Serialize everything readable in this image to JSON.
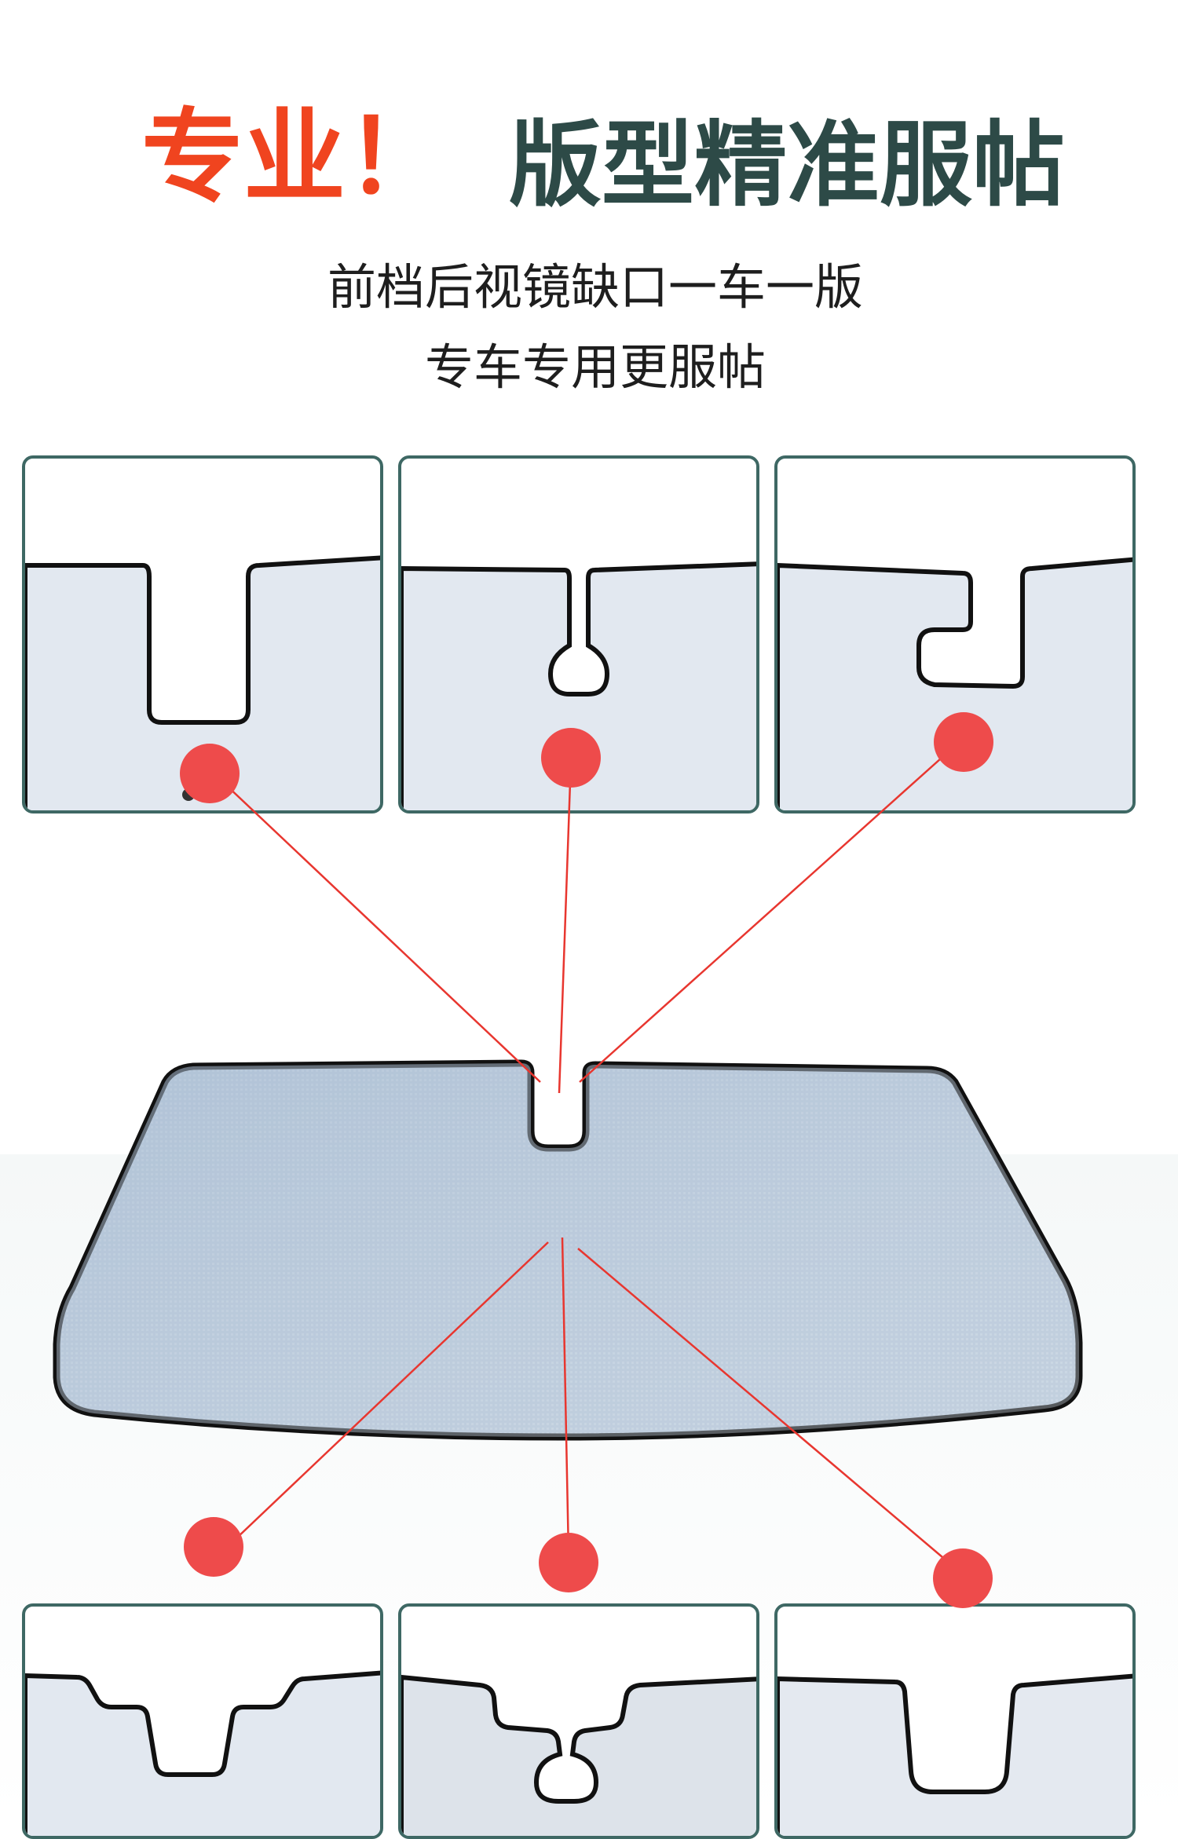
{
  "headline": {
    "emphasis": "专业！",
    "main": "版型精准服帖"
  },
  "subtitle": {
    "line1": "前档后视镜缺口一车一版",
    "line2": "专车专用更服帖"
  },
  "colors": {
    "accent_red": "#f0441f",
    "heading_dark": "#2d4a47",
    "frame_border": "#3e6864",
    "marker_red": "#ee4b4b",
    "shade_blue": "#b4c6d8",
    "shade_edge": "#111111"
  },
  "detail_panels": [
    {
      "cutout": "square-notch-icon"
    },
    {
      "cutout": "keyhole-notch-icon"
    },
    {
      "cutout": "hook-notch-icon"
    },
    {
      "cutout": "stepped-notch-icon"
    },
    {
      "cutout": "narrow-keyhole-notch-icon"
    },
    {
      "cutout": "deep-rounded-notch-icon"
    }
  ]
}
